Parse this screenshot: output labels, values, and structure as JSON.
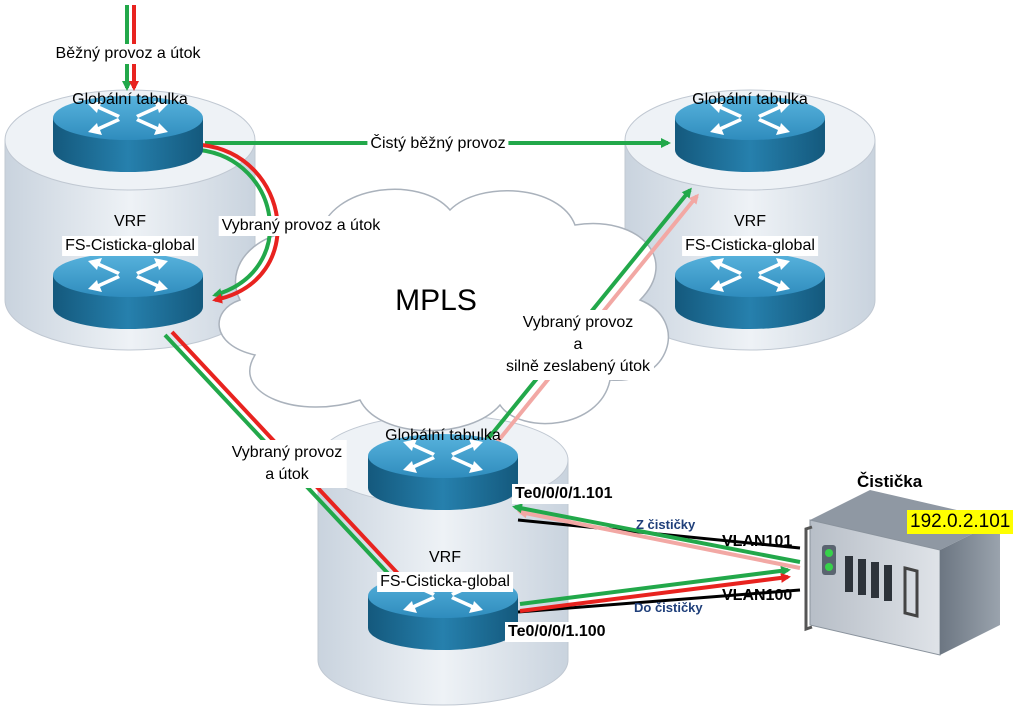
{
  "labels": {
    "top_inbound": "Běžný provoz a útok",
    "left_global": "Globální tabulka",
    "left_vrf_line1": "VRF",
    "left_vrf_line2": "FS-Cisticka-global",
    "right_global": "Globální tabulka",
    "right_vrf_line1": "VRF",
    "right_vrf_line2": "FS-Cisticka-global",
    "bottom_global": "Globální tabulka",
    "bottom_vrf_line1": "VRF",
    "bottom_vrf_line2": "FS-Cisticka-global",
    "clean_traffic": "Čistý běžný provoz",
    "selected_attack_left": "Vybraný provoz a útok",
    "mpls": "MPLS",
    "selected_weak_line1": "Vybraný provoz",
    "selected_weak_line2": "a",
    "selected_weak_line3": "silně zeslabený útok",
    "selected_attack_down_line1": "Vybraný provoz",
    "selected_attack_down_line2": "a útok",
    "iface_101": "Te0/0/0/1.101",
    "iface_100": "Te0/0/0/1.100",
    "from_scrubber": "Z čističky",
    "to_scrubber": "Do čističky",
    "vlan101": "VLAN101",
    "vlan100": "VLAN100",
    "scrubber_title": "Čistička",
    "scrubber_ip": "192.0.2.101"
  },
  "colors": {
    "green": "#22a84a",
    "red": "#e8231f",
    "router_top": "#3d9ac9",
    "router_side": "#1c6f9a",
    "cylinder": "#e4eaf1"
  },
  "icons": {
    "router": "router-icon",
    "server": "server-icon",
    "cloud": "cloud-icon"
  }
}
